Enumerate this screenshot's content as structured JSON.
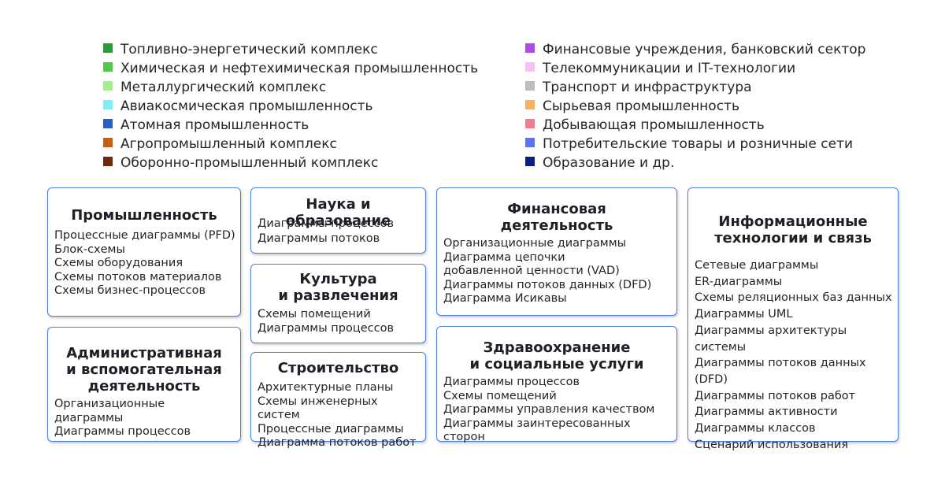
{
  "legend": {
    "left": [
      {
        "label": "Топливно-энергетический комплекс",
        "color": "#2e9a3e"
      },
      {
        "label": "Химическая и нефтехимическая промышленность",
        "color": "#52c94a"
      },
      {
        "label": "Металлургический комплекс",
        "color": "#a6ee8c"
      },
      {
        "label": "Авиакосмическая промышленность",
        "color": "#7eeff4"
      },
      {
        "label": "Атомная промышленность",
        "color": "#2a5ec1"
      },
      {
        "label": "Агропромышленный комплекс",
        "color": "#c95c12"
      },
      {
        "label": "Оборонно-промышленный комплекс",
        "color": "#6b2a0c"
      }
    ],
    "right": [
      {
        "label": "Финансовые учреждения, банковский сектор",
        "color": "#b04ce6"
      },
      {
        "label": "Телекоммуникации и IT-технологии",
        "color": "#f6c2f4"
      },
      {
        "label": "Транспорт и инфраструктура",
        "color": "#bdbdbd"
      },
      {
        "label": "Сырьевая промышленность",
        "color": "#f7b261"
      },
      {
        "label": "Добывающая промышленность",
        "color": "#ee7f90"
      },
      {
        "label": "Потребительские товары и розничные сети",
        "color": "#5b73f0"
      },
      {
        "label": "Образование и др.",
        "color": "#0c1f7f"
      }
    ]
  },
  "cards": {
    "industry": {
      "title": "Промышленность",
      "items": [
        "Процессные диаграммы (PFD)",
        "Блок-схемы",
        "Схемы оборудования",
        "Схемы потоков материалов",
        "Схемы бизнес-процессов"
      ]
    },
    "admin": {
      "title": "Административная\nи вспомогательная\nдеятельность",
      "items": [
        "Организационные диаграммы",
        "Диаграммы процессов"
      ]
    },
    "science": {
      "title": "Наука и образование",
      "items": [
        "Диаграммы процессов",
        "Диаграммы потоков"
      ]
    },
    "culture": {
      "title": "Культура\nи развлечения",
      "items": [
        "Схемы помещений",
        "Диаграммы процессов"
      ]
    },
    "construction": {
      "title": "Строительство",
      "items": [
        "Архитектурные планы",
        "Схемы инженерных систем",
        "Процессные диаграммы",
        "Диаграмма потоков работ"
      ]
    },
    "finance": {
      "title": "Финансовая\nдеятельность",
      "items": [
        "Организационные диаграммы",
        "Диаграмма цепочки\nдобавленной ценности (VAD)",
        "Диаграммы потоков данных (DFD)",
        "Диаграмма Исикавы"
      ]
    },
    "health": {
      "title": "Здравоохранение\nи социальные услуги",
      "items": [
        "Диаграммы процессов",
        "Схемы помещений",
        "Диаграммы управления качеством",
        "Диаграммы заинтересованных сторон"
      ]
    },
    "it": {
      "title": "Информационные\nтехнологии и связь",
      "items": [
        "Сетевые диаграммы",
        "ER-диаграммы",
        "Схемы реляционных баз данных",
        "Диаграммы UML",
        "Диаграммы архитектуры системы",
        "Диаграммы потоков данных (DFD)",
        "Диаграммы потоков работ",
        "Диаграммы активности",
        "Диаграммы классов",
        "Сценарий использования"
      ]
    }
  }
}
